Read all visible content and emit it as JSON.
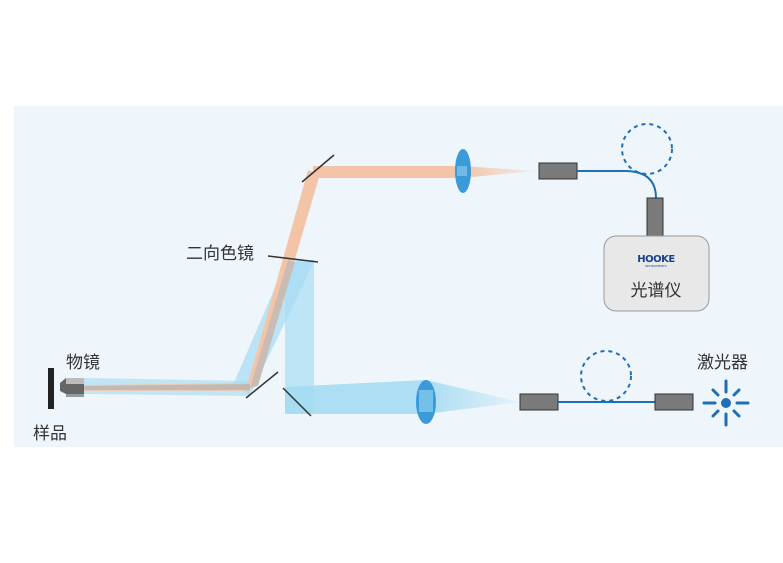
{
  "labels": {
    "dichroic": "二向色镜",
    "objective": "物镜",
    "sample": "样品",
    "laser": "激光器",
    "spectrometer": "光谱仪"
  },
  "logo": {
    "brand": "HOOKE",
    "tagline": "INSTRUMENTS"
  },
  "colors": {
    "background_panel": "#eef5fb",
    "raman_beam": "#f4c4a8",
    "laser_beam": "#9fd8f2",
    "fiber": "#1f6fb5",
    "lens": "#3a9bd8",
    "component_gray": "#7a7a7a"
  }
}
